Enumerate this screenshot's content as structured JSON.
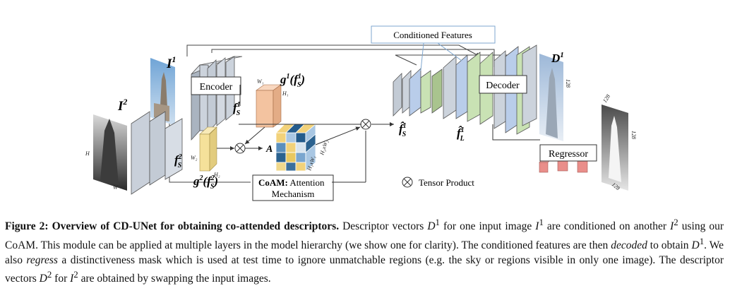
{
  "figure": {
    "boxes": {
      "encoder": "Encoder",
      "decoder": "Decoder",
      "regressor": "Regressor",
      "conditioned": "Conditioned Features",
      "coam_bold": "CoAM:",
      "coam_rest": " Attention",
      "coam_line2": "Mechanism"
    },
    "legend": {
      "tensor_product": "Tensor Product"
    },
    "math": {
      "I1": "I",
      "I1_sup": "1",
      "I2": "I",
      "I2_sup": "2",
      "D1": "D",
      "D1_sup": "1",
      "fs1": "f",
      "fs1_sup": "1",
      "fs1_sub": "S",
      "fs2": "f",
      "fs2_sup": "2",
      "fs2_sub": "S",
      "g1": "g",
      "g1_sup": "1",
      "g1_arg": "(f",
      "g1_arg_sup": "1",
      "g1_arg_sub": "S",
      "g1_close": ")",
      "g2": "g",
      "g2_sup": "2",
      "g2_arg": "(f",
      "g2_arg_sup": "2",
      "g2_arg_sub": "S",
      "g2_close": ")",
      "fhat_s": "f̂",
      "fhat_s_sup": "1",
      "fhat_s_sub": "S",
      "fhat_l": "f̂",
      "fhat_l_sup": "1",
      "fhat_l_sub": "L",
      "A": "A"
    },
    "dims": {
      "H": "H",
      "W": "W",
      "W1": "W₁",
      "H1": "H₁",
      "W2": "W₂",
      "H2": "H₂",
      "H2W2": "H₂xW₂",
      "H1W1": "H₁xW₁",
      "n128_a": "128",
      "n128_b": "128",
      "n128_c": "128",
      "n128_d": "128"
    },
    "colors": {
      "gray_layer": "#ccd3dc",
      "blue_layer": "#b9cdea",
      "green_layer": "#c9e2b4",
      "orange_block": "#f3c3a0",
      "yellow_block": "#f5e19a",
      "red_block": "#e98e8a"
    }
  },
  "caption": {
    "title": "Figure 2: Overview of CD-UNet for obtaining co-attended descriptors.",
    "t1": " Descriptor vectors ",
    "D": "D",
    "sup1": "1",
    "t2": " for one input image ",
    "I": "I",
    "sup2": "1",
    "t3": " are conditioned on another ",
    "I_b": "I",
    "sup3": "2",
    "t4": " using our CoAM. This module can be applied at multiple layers in the model hierarchy (we show one for clarity). The conditioned features are then ",
    "decoded": "decoded",
    "t5": " to obtain ",
    "D_b": "D",
    "sup4": "1",
    "t6": ". We also ",
    "regress": "regress",
    "t7": " a distinctiveness mask which is used at test time to ignore unmatchable regions (e.g. the sky or regions visible in only one image). The descriptor vectors ",
    "D_c": "D",
    "sup5": "2",
    "t8": " for ",
    "I_c": "I",
    "sup6": "2",
    "t9": " are obtained by swapping the input images."
  }
}
